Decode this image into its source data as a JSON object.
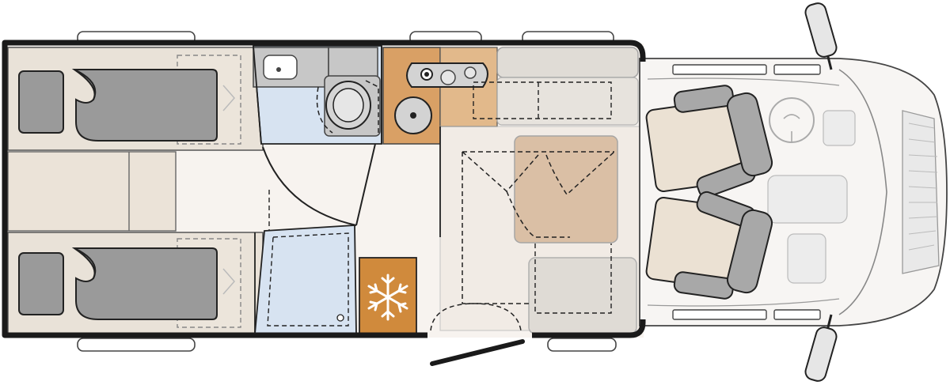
{
  "diagram": {
    "type": "motorhome-floor-plan",
    "view": "top-down",
    "orientation": "cab-right",
    "areas": [
      {
        "id": "rear-bed-left",
        "kind": "single-bed"
      },
      {
        "id": "rear-bed-right",
        "kind": "single-bed"
      },
      {
        "id": "rear-step",
        "kind": "step"
      },
      {
        "id": "washroom",
        "kind": "toilet-and-basin"
      },
      {
        "id": "shower",
        "kind": "shower-tray"
      },
      {
        "id": "kitchen",
        "kind": "hob-and-sink"
      },
      {
        "id": "fridge",
        "kind": "refrigerator",
        "icon": "snowflake-icon"
      },
      {
        "id": "dinette",
        "kind": "table-and-bench"
      },
      {
        "id": "cab",
        "kind": "swivel-seats"
      },
      {
        "id": "entrance-door",
        "kind": "door"
      }
    ],
    "colors": {
      "outer_wall": "#1a1a1a",
      "floor": "#f7f3ef",
      "beds": "#e9e2d8",
      "pillows_blankets": "#9a9a9a",
      "washroom_fixtures": "#c7c7c7",
      "shower_tray": "#d7e3f1",
      "kitchen_wood": "#d9a065",
      "fridge": "#d08a3c",
      "table": "#d6b89a",
      "cab_seats": "#ebe1d3",
      "windows": "#ffffff"
    }
  }
}
